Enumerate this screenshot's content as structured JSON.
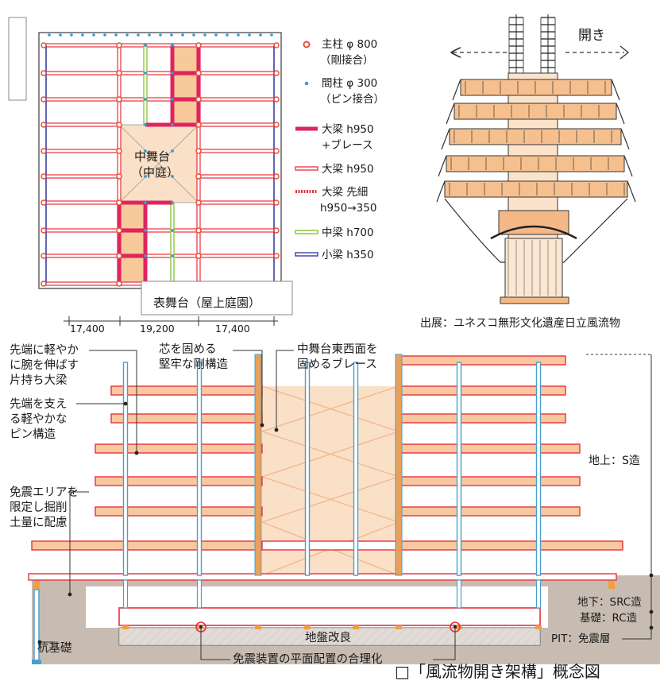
{
  "colors": {
    "main_beam_brace": "#e0245e",
    "main_beam": "#e8303a",
    "mid_beam": "#8dc63f",
    "small_beam": "#3b3fa0",
    "main_column": "#e8503a",
    "sub_column": "#3a9ad9",
    "core_fill": "#f7c99b",
    "courtyard_fill": "#fae0c6",
    "floor_fill": "#f8c8a0",
    "ground_fill": "#c8bcb2",
    "column_steel": "#4aa0c8",
    "column_core": "#e9a05a"
  },
  "legend": {
    "main_column_1": "主柱 φ 800",
    "main_column_2": "（剛接合）",
    "sub_column_1": "間柱 φ 300",
    "sub_column_2": "（ピン接合）",
    "brace_1": "大梁 h950",
    "brace_2": "+ブレース",
    "beam": "大梁 h950",
    "tapered_1": "大梁 先細",
    "tapered_2": "h950→350",
    "mid": "中梁 h700",
    "small": "小梁 h350"
  },
  "plan": {
    "courtyard_1": "中舞台",
    "courtyard_2": "（中庭）",
    "front_stage": "表舞台（屋上庭園）",
    "dim_left": "17,400",
    "dim_mid": "19,200",
    "dim_right": "17,400"
  },
  "float": {
    "open_label": "開き",
    "source": "出展：ユネスコ無形文化遺産日立風流物"
  },
  "section": {
    "a1": "先端に軽やか",
    "a2": "に腕を伸ばす",
    "a3": "片持ち大梁",
    "b1": "先端を支え",
    "b2": "る軽やかな",
    "b3": "ピン構造",
    "c1": "免震エリアを",
    "c2": "限定し掘削",
    "c3": "土量に配慮",
    "d1": "芯を固める",
    "d2": "堅牢な剛構造",
    "e1": "中舞台東西面を",
    "e2": "固めるブレース",
    "above": "地上：S造",
    "basement": "地下：SRC造",
    "foundation": "基礎：RC造",
    "pit": "PIT：免震層",
    "ground_improve": "地盤改良",
    "pile": "杭基礎",
    "isolator": "免震装置の平面配置の合理化"
  },
  "caption": "□「風流物開き架構」概念図"
}
